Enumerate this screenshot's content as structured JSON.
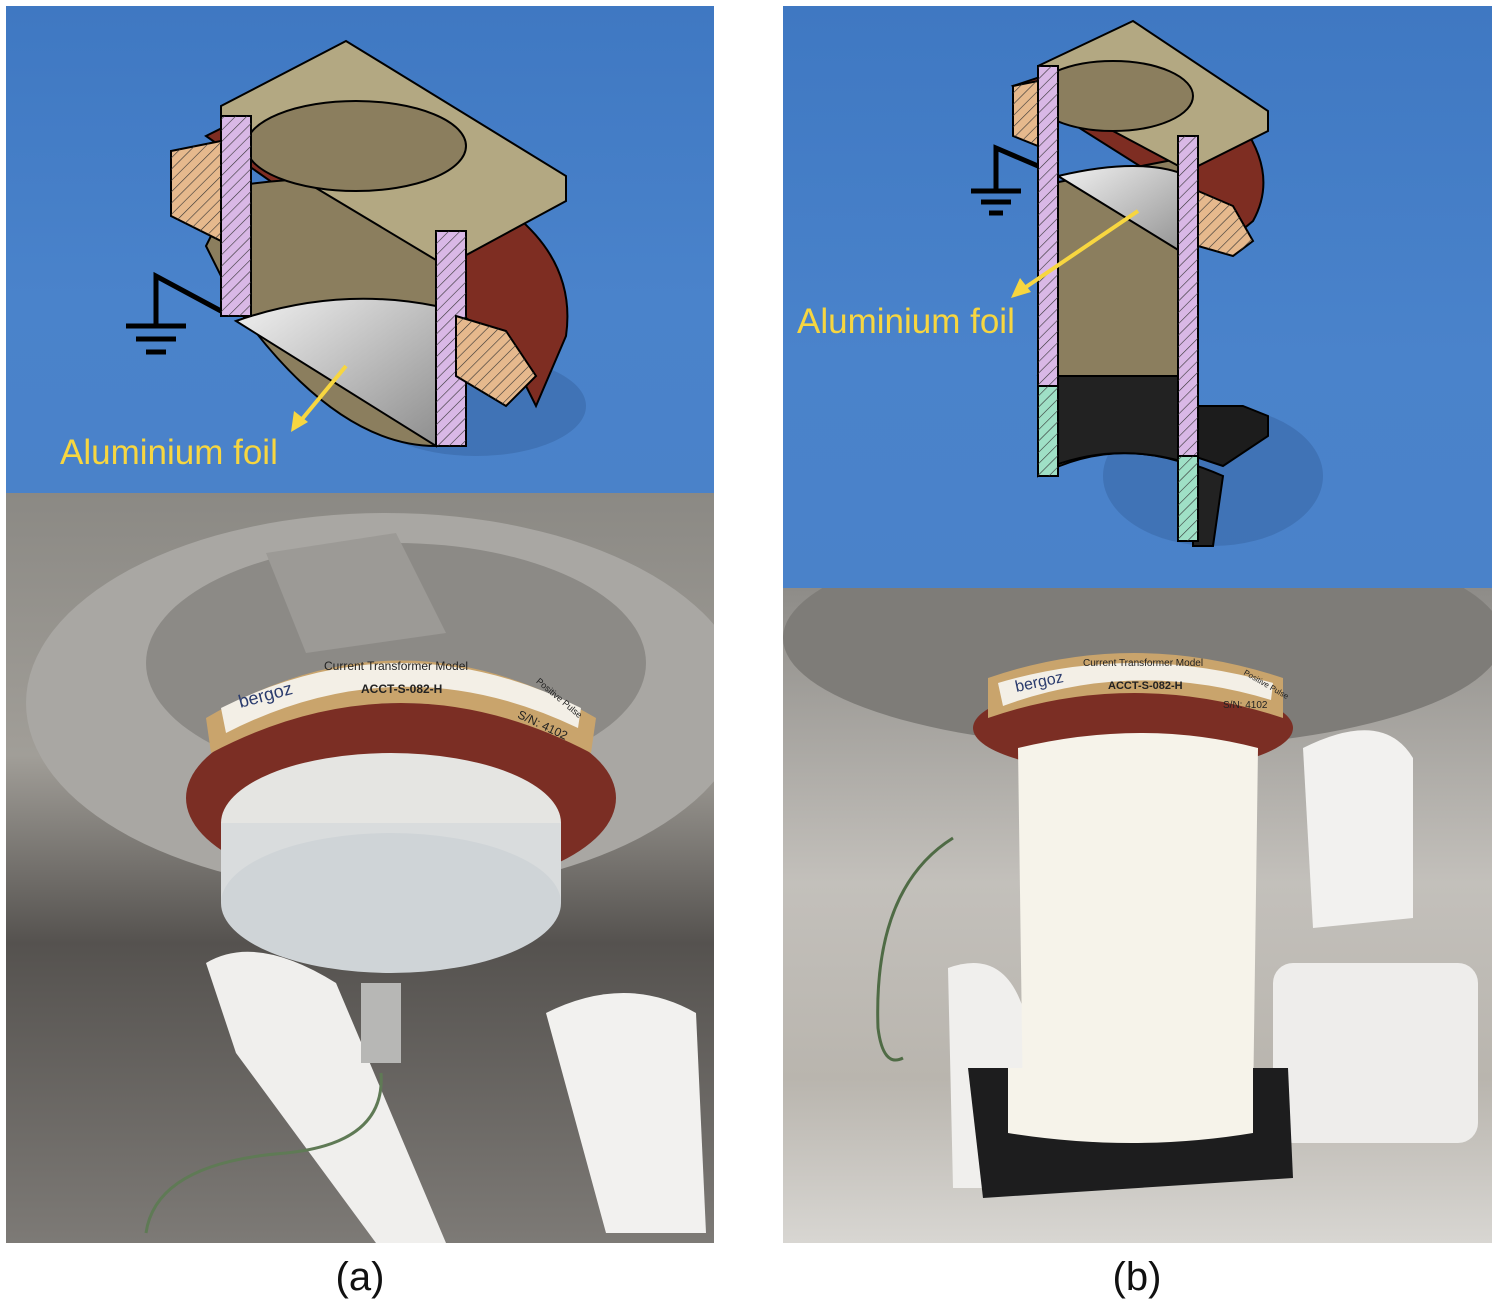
{
  "panels": [
    {
      "caption": "(a)",
      "annotation": "Aluminium foil",
      "transformer_label": {
        "brand": "bergoz",
        "title": "Current Transformer Model",
        "model": "ACCT-S-082-H",
        "direction": "Positive Pulse",
        "serial": "S/N: 4102"
      }
    },
    {
      "caption": "(b)",
      "annotation": "Aluminium foil",
      "transformer_label": {
        "brand": "bergoz",
        "title": "Current Transformer Model",
        "model": "ACCT-S-082-H",
        "direction": "Positive Pulse",
        "serial": "S/N: 4102"
      }
    }
  ],
  "colors": {
    "background_blue": "#4a82c9",
    "annotation_yellow": "#f7d640",
    "ct_ring": "#8a3328",
    "holder": "#b3a882",
    "insulator": "#d9b8e6"
  }
}
